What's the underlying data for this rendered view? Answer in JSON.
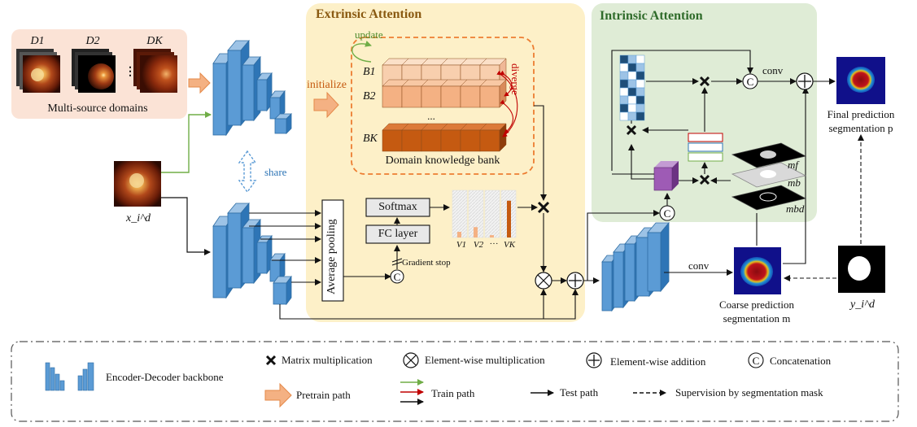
{
  "sections": {
    "extrinsic_title": "Extrinsic Attention",
    "intrinsic_title": "Intrinsic Attention"
  },
  "inputs": {
    "domain_labels": [
      "D1",
      "D2",
      "DK"
    ],
    "ellipsis": "⋮",
    "multi_source_caption": "Multi-source domains",
    "input_image_label": "x_i^d",
    "gt_label": "y_i^d"
  },
  "extrinsic": {
    "update_label": "update",
    "initialize_label": "initialize",
    "diverge_label": "diverge",
    "bank_rows": [
      "B1",
      "B2",
      "BK"
    ],
    "bank_ellipsis": "...",
    "bank_caption": "Domain knowledge bank",
    "share_label": "share",
    "avg_pool_label": "Average pooling",
    "softmax_label": "Softmax",
    "fc_label": "FC layer",
    "grad_stop_label": "Gradient stop",
    "v_labels": [
      "V1",
      "V2",
      "···",
      "VK"
    ],
    "v_values": [
      0.12,
      0.22,
      0.05,
      0.78
    ]
  },
  "intrinsic": {
    "conv_top_label": "conv",
    "mask_labels": [
      "mf",
      "mb",
      "mbd"
    ],
    "conv_mid_label": "conv"
  },
  "outputs": {
    "final_caption_line1": "Final prediction",
    "final_caption_line2": "segmentation p",
    "coarse_caption_line1": "Coarse prediction",
    "coarse_caption_line2": "segmentation  m"
  },
  "legend": {
    "backbone": "Encoder-Decoder backbone",
    "pretrain": "Pretrain path",
    "matmul": "Matrix multiplication",
    "elem_mult": "Element-wise multiplication",
    "elem_add": "Element-wise addition",
    "concat": "Concatenation",
    "train": "Train path",
    "test": "Test path",
    "supervision": "Supervision by segmentation mask"
  },
  "colors": {
    "extrinsic_bg": "#fdf0c8",
    "intrinsic_bg": "#dfecd6",
    "domains_bg": "#fbe3d6",
    "block_blue": "#5b9bd5",
    "bank_light": "#f8cfae",
    "bank_mid": "#f4b183",
    "bank_dark": "#c55a11",
    "dashed_orange": "#ed7d31",
    "diverge_red": "#c00000",
    "pretrain_arrow": "#f4b183",
    "train_green": "#70ad47",
    "train_red": "#c00000",
    "purple_cube": "#9e5bb5"
  }
}
